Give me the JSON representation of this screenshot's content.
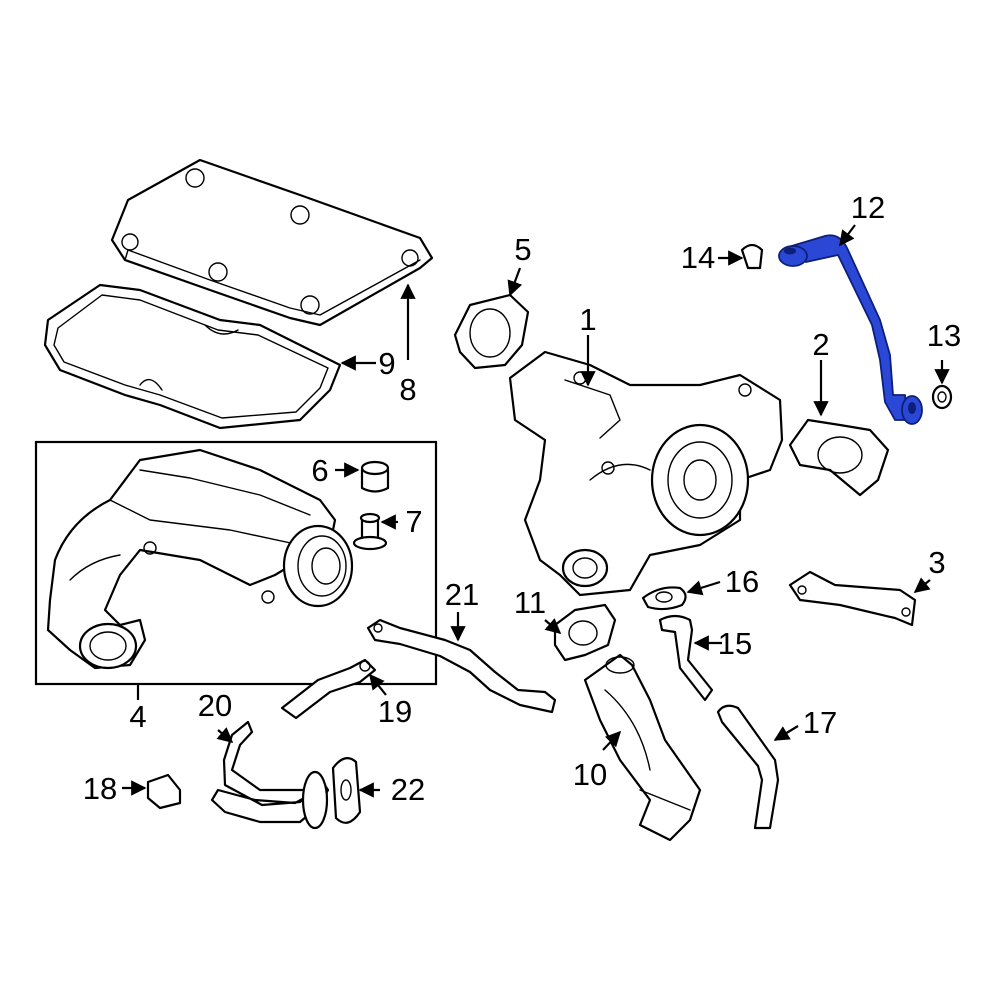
{
  "diagram": {
    "highlight_color": "#2a47d6",
    "line_color": "#000000",
    "background": "#ffffff",
    "callouts": {
      "c1": "1",
      "c2": "2",
      "c3": "3",
      "c4": "4",
      "c5": "5",
      "c6": "6",
      "c7": "7",
      "c8": "8",
      "c9": "9",
      "c10": "10",
      "c11": "11",
      "c12": "12",
      "c13": "13",
      "c14": "14",
      "c15": "15",
      "c16": "16",
      "c17": "17",
      "c18": "18",
      "c19": "19",
      "c20": "20",
      "c21": "21",
      "c22": "22"
    },
    "highlighted_part": "12"
  }
}
